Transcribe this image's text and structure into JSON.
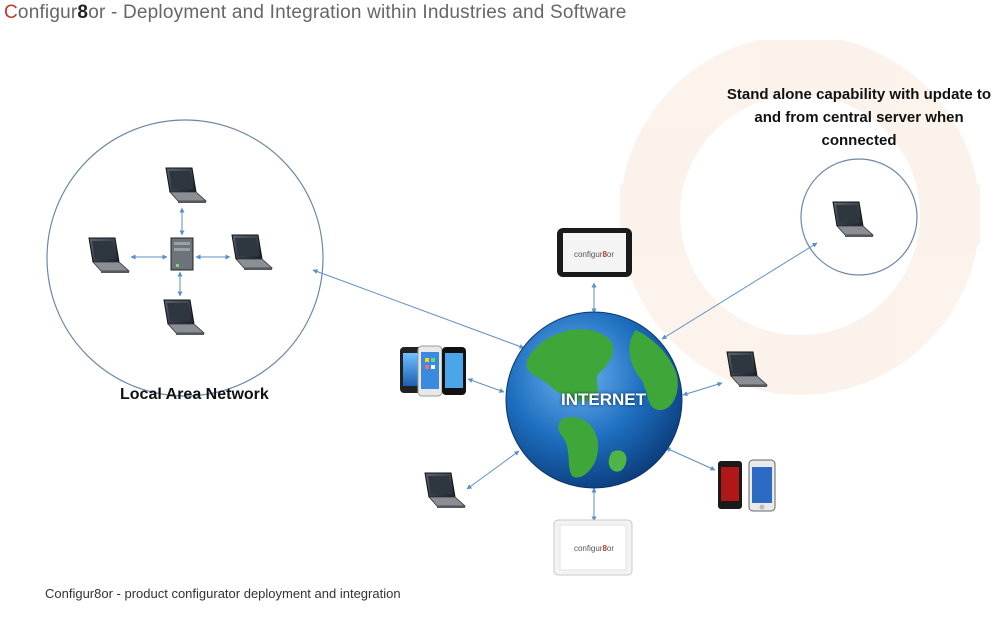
{
  "title": {
    "prefix": "C",
    "part1": "onfigur",
    "eight": "8",
    "part2": "or - Deployment and Integration within Industries and Software"
  },
  "diagram": {
    "lan_label": "Local Area Network",
    "standalone_label": "Stand alone capability with update to and from central server when connected",
    "internet_label": "INTERNET",
    "device_brand": {
      "prefix": "configur",
      "eight": "8",
      "suffix": "or"
    }
  },
  "caption": "Configur8or - product configurator deployment and integration",
  "colors": {
    "accent": "#c0392b",
    "connector": "#5b8fc7",
    "circle_border": "#6b88a8",
    "ocean": "#1e6fc0",
    "land": "#3fa63a"
  }
}
